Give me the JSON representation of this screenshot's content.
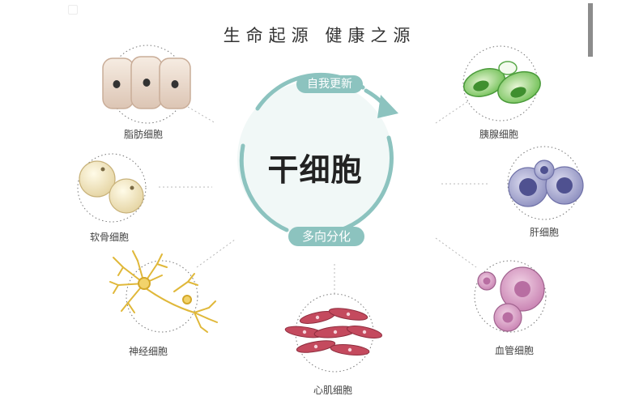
{
  "header": {
    "title": "生命起源 健康之源"
  },
  "center": {
    "label": "干细胞"
  },
  "cycle": {
    "top_label": "自我更新",
    "bottom_label": "多向分化"
  },
  "cells": {
    "fat": {
      "label": "脂肪细胞"
    },
    "cartilage": {
      "label": "软骨细胞"
    },
    "nerve": {
      "label": "神经细胞"
    },
    "heart": {
      "label": "心肌细胞"
    },
    "pancreas": {
      "label": "胰腺细胞"
    },
    "liver": {
      "label": "肝细胞"
    },
    "vessel": {
      "label": "血管细胞"
    }
  },
  "colors": {
    "ring": "#8cc3bf",
    "ring_fill": "#f1f8f7"
  }
}
